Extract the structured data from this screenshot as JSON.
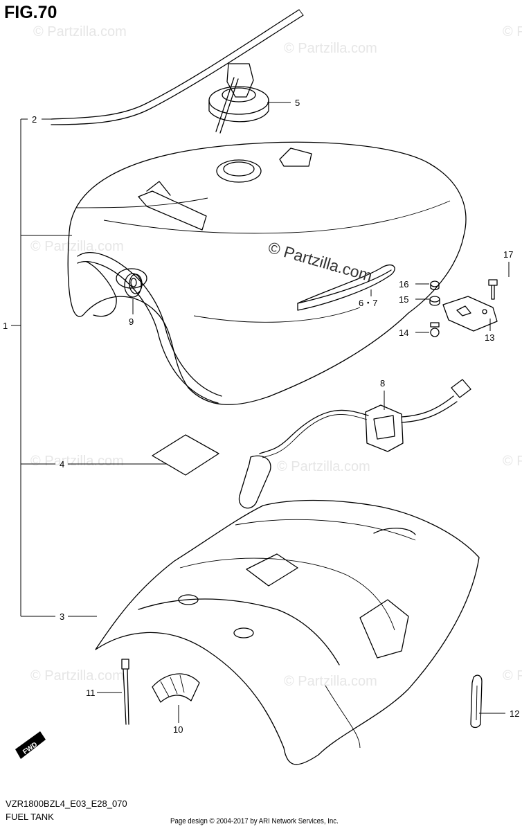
{
  "figure": {
    "title": "FIG.70",
    "model_code": "VZR1800BZL4_E03_E28_070",
    "section_name": "FUEL TANK",
    "credit": "Page design © 2004-2017 by ARI Network Services, Inc."
  },
  "watermark": {
    "text": "© Partzilla.com"
  },
  "fwd_badge": {
    "label": "FWD"
  },
  "callouts": {
    "c1": "1",
    "c2": "2",
    "c3": "3",
    "c4": "4",
    "c5": "5",
    "c6_7": "6・7",
    "c8": "8",
    "c9": "9",
    "c10": "10",
    "c11": "11",
    "c12": "12",
    "c13": "13",
    "c14": "14",
    "c15": "15",
    "c16": "16",
    "c17": "17"
  }
}
